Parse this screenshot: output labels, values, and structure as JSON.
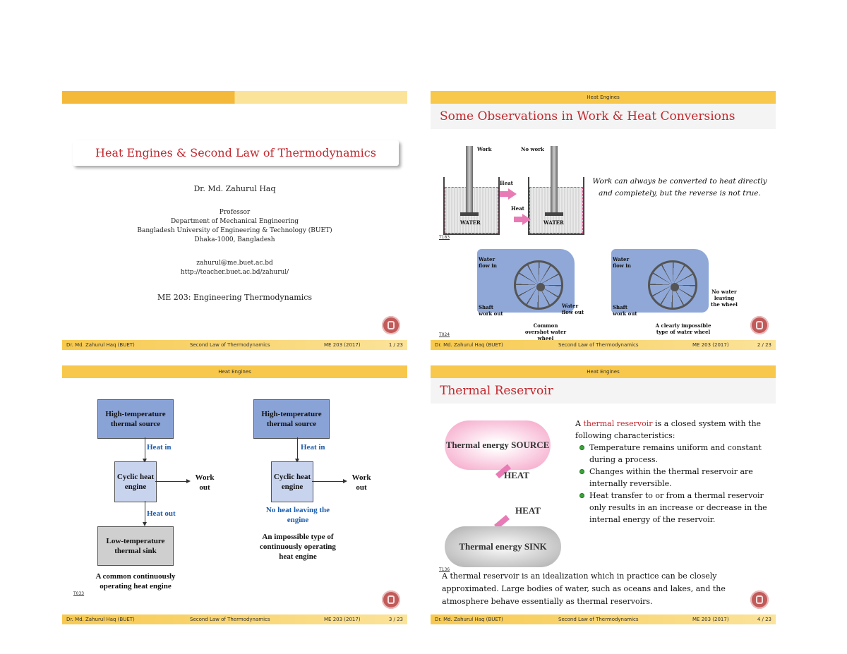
{
  "footer": {
    "author": "Dr. Md. Zahurul Haq (BUET)",
    "title": "Second Law of Thermodynamics",
    "course": "ME 203 (2017)"
  },
  "slide1": {
    "title": "Heat Engines & Second Law of Thermodynamics",
    "author": "Dr. Md. Zahurul Haq",
    "position": "Professor",
    "department": "Department of Mechanical Engineering",
    "university": "Bangladesh University of Engineering & Technology (BUET)",
    "city": "Dhaka-1000, Bangladesh",
    "email": "zahurul@me.buet.ac.bd",
    "url": "http://teacher.buet.ac.bd/zahurul/",
    "course": "ME 203: Engineering Thermodynamics",
    "page": "1 / 23"
  },
  "slide2": {
    "section": "Heat Engines",
    "title": "Some Observations in Work & Heat Conversions",
    "work": "Work",
    "no_work": "No work",
    "heat1": "Heat",
    "heat2": "Heat",
    "water1": "WATER",
    "water2": "WATER",
    "quote": "Work can always be converted to heat directly and completely, but the reverse is not true.",
    "ref1": "T183",
    "ref2": "T024",
    "water_flow_in_1": "Water flow in",
    "water_flow_in_2": "Water flow in",
    "shaft_work_1": "Shaft work out",
    "shaft_work_2": "Shaft work out",
    "water_flow_out": "Water flow out",
    "no_water": "No water leaving the wheel",
    "cap1": "Common overshot water wheel",
    "cap2": "A clearly impossible type of water wheel",
    "page": "2 / 23"
  },
  "slide3": {
    "section": "Heat Engines",
    "hot_source_1": "High-temperature thermal source",
    "hot_source_2": "High-temperature thermal source",
    "heat_in_1": "Heat in",
    "heat_in_2": "Heat in",
    "engine_1": "Cyclic heat engine",
    "engine_2": "Cyclic heat engine",
    "work_out_1": "Work out",
    "work_out_2": "Work out",
    "heat_out": "Heat out",
    "no_heat_leaving": "No heat leaving the engine",
    "cold_sink": "Low-temperature thermal sink",
    "cap1": "A common continuously operating heat engine",
    "cap2": "An impossible type of continuously operating heat engine",
    "ref": "T033",
    "page": "3 / 23"
  },
  "slide4": {
    "section": "Heat Engines",
    "title": "Thermal Reservoir",
    "source_cloud": "Thermal energy SOURCE",
    "heat_a": "HEAT",
    "heat_b": "HEAT",
    "sink_cloud": "Thermal energy SINK",
    "intro_a": "A ",
    "intro_term": "thermal reservoir",
    "intro_b": " is a closed system with the following characteristics:",
    "bullets": [
      "Temperature remains uniform and constant during a process.",
      "Changes within the thermal reservoir are internally reversible.",
      "Heat transfer to or from a thermal reservoir only results in an increase or decrease in the internal energy of the reservoir."
    ],
    "ref": "T136",
    "bottom": "A thermal reservoir is an idealization which in practice can be closely approximated. Large bodies of water, such as oceans and lakes, and the atmosphere behave essentially as thermal reservoirs.",
    "page": "4 / 23"
  }
}
